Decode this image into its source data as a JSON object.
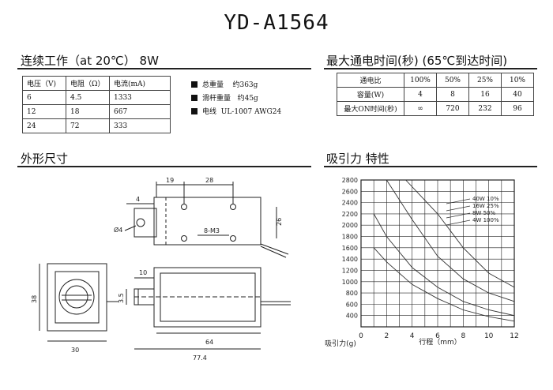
{
  "title": "YD-A1564",
  "sections": {
    "continuous": "连续工作（at 20℃） 8W",
    "max_on": "最大通电时间(秒) (65℃到达时间)",
    "dimensions": "外形尺寸",
    "force": "吸引力 特性"
  },
  "electrical": {
    "headers": [
      "电压（V)",
      "电阻（Ω）",
      "电流(mA)"
    ],
    "rows": [
      [
        "6",
        "4.5",
        "1333"
      ],
      [
        "12",
        "18",
        "667"
      ],
      [
        "24",
        "72",
        "333"
      ]
    ]
  },
  "specs": [
    {
      "label": "总重量",
      "value": "约363g"
    },
    {
      "label": "滑杆重量",
      "value": "约45g"
    },
    {
      "label": "电线",
      "value": "UL-1007 AWG24"
    }
  ],
  "duty": {
    "row_labels": [
      "通电比",
      "容量(W)",
      "最大ON时间(秒)"
    ],
    "rows": [
      [
        "100%",
        "50%",
        "25%",
        "10%"
      ],
      [
        "4",
        "8",
        "16",
        "40"
      ],
      [
        "∞",
        "720",
        "232",
        "96"
      ]
    ]
  },
  "drawing_labels": {
    "top_19": "19",
    "top_28": "28",
    "top_4": "4",
    "phi4": "Ø4",
    "m3": "8-M3",
    "d26": "26",
    "d38": "38",
    "d30": "30",
    "d10": "10",
    "d35": "3.5",
    "d64": "64",
    "d774": "77.4"
  },
  "chart_data": {
    "type": "line",
    "xlabel": "行程（mm）",
    "ylabel": "吸引力(g)",
    "x_ticks": [
      "0",
      "2",
      "4",
      "6",
      "8",
      "10",
      "12"
    ],
    "y_ticks": [
      "400",
      "600",
      "800",
      "1000",
      "1200",
      "1400",
      "1600",
      "1800",
      "2000",
      "2200",
      "2400",
      "2600",
      "2800"
    ],
    "xlim": [
      0,
      12
    ],
    "ylim": [
      200,
      2800
    ],
    "legend": [
      "40W  10%",
      "16W  25%",
      "8W   50%",
      "4W  100%"
    ],
    "series": [
      {
        "name": "40W 10%",
        "x": [
          3.5,
          6,
          8,
          10,
          12
        ],
        "y": [
          2800,
          2200,
          1600,
          1150,
          900
        ]
      },
      {
        "name": "16W 25%",
        "x": [
          2,
          4,
          6,
          8,
          10,
          12
        ],
        "y": [
          2800,
          2100,
          1450,
          1050,
          800,
          650
        ]
      },
      {
        "name": "8W 50%",
        "x": [
          1,
          2,
          4,
          6,
          8,
          10,
          12
        ],
        "y": [
          2200,
          1800,
          1250,
          900,
          650,
          500,
          400
        ]
      },
      {
        "name": "4W 100%",
        "x": [
          1,
          2,
          4,
          6,
          8,
          10,
          12
        ],
        "y": [
          1600,
          1350,
          950,
          700,
          500,
          380,
          300
        ]
      }
    ]
  }
}
